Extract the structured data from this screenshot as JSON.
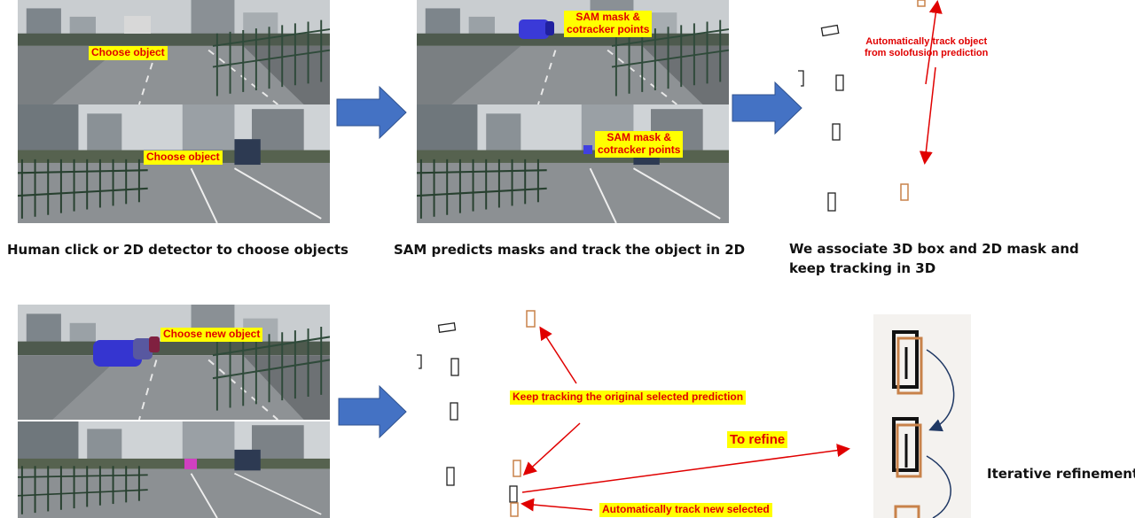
{
  "panel1": {
    "top_label": "Choose object",
    "bottom_label": "Choose object",
    "caption": "Human click or 2D detector to choose objects"
  },
  "panel2": {
    "top_label_line1": "SAM mask &",
    "top_label_line2": "cotracker points",
    "bottom_label_line1": "SAM mask &",
    "bottom_label_line2": "cotracker points",
    "caption": "SAM predicts masks and track the object in 2D"
  },
  "panel3": {
    "annotation_line1": "Automatically track object",
    "annotation_line2": "from solofusion prediction",
    "caption_line1": "We associate 3D box and 2D mask and",
    "caption_line2": "keep tracking in 3D"
  },
  "panel4": {
    "top_label": "Choose new object"
  },
  "panel5": {
    "keep_tracking_label": "Keep tracking the original selected prediction",
    "to_refine_label": "To refine",
    "auto_track_label": "Automatically track new selected"
  },
  "panel6": {
    "caption": "Iterative refinement"
  },
  "colors": {
    "label_bg": "#ffff00",
    "label_text": "#e00000",
    "arrow_blue": "#4472c4",
    "box_orange": "#c8824a",
    "curve_navy": "#1f3864"
  }
}
